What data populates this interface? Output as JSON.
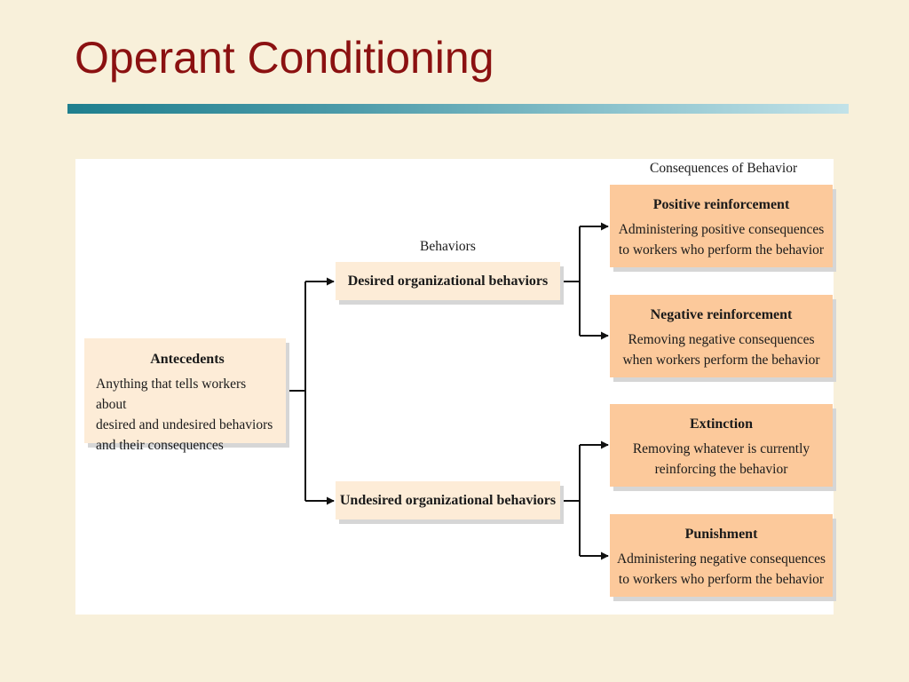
{
  "slide": {
    "title": "Operant Conditioning"
  },
  "diagram": {
    "consequences_header": "Consequences of Behavior",
    "behaviors_header": "Behaviors",
    "antecedents": {
      "title": "Antecedents",
      "lines": [
        "Anything that tells workers about",
        "desired and undesired behaviors",
        "and their consequences"
      ]
    },
    "desired": {
      "title": "Desired organizational behaviors"
    },
    "undesired": {
      "title": "Undesired organizational behaviors"
    },
    "positive_reinforcement": {
      "title": "Positive reinforcement",
      "lines": [
        "Administering positive consequences",
        "to workers who perform the behavior"
      ]
    },
    "negative_reinforcement": {
      "title": "Negative reinforcement",
      "lines": [
        "Removing negative consequences",
        "when workers perform the behavior"
      ]
    },
    "extinction": {
      "title": "Extinction",
      "lines": [
        "Removing whatever is currently",
        "reinforcing the behavior"
      ]
    },
    "punishment": {
      "title": "Punishment",
      "lines": [
        "Administering negative consequences",
        "to workers who perform the behavior"
      ]
    }
  },
  "colors": {
    "title": "#8b1111",
    "background": "#f8f0da",
    "box_light": "#fdecd7",
    "box_peach": "#fcc99b"
  }
}
